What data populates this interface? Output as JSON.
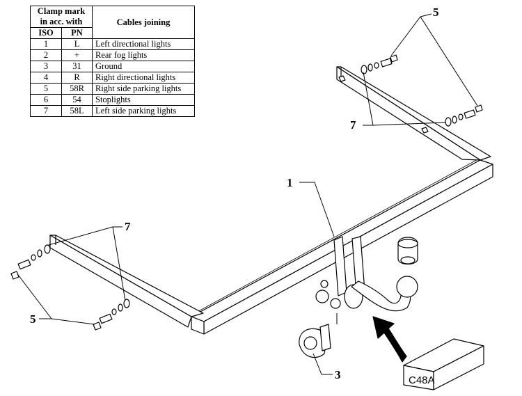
{
  "table": {
    "header": {
      "clamp_mark": "Clamp mark in acc. with",
      "cables": "Cables joining",
      "iso": "ISO",
      "pn": "PN"
    },
    "rows": [
      {
        "iso": "1",
        "pn": "L",
        "desc": "Left directional lights"
      },
      {
        "iso": "2",
        "pn": "+",
        "desc": "Rear fog lights"
      },
      {
        "iso": "3",
        "pn": "31",
        "desc": "Ground"
      },
      {
        "iso": "4",
        "pn": "R",
        "desc": "Right directional lights"
      },
      {
        "iso": "5",
        "pn": "58R",
        "desc": "Right side parking lights"
      },
      {
        "iso": "6",
        "pn": "54",
        "desc": "Stoplights"
      },
      {
        "iso": "7",
        "pn": "58L",
        "desc": "Left side parking lights"
      }
    ]
  },
  "callouts": {
    "five_top": "5",
    "seven_top": "7",
    "one": "1",
    "seven_left": "7",
    "five_left": "5",
    "three": "3"
  },
  "box_label": "C48A"
}
